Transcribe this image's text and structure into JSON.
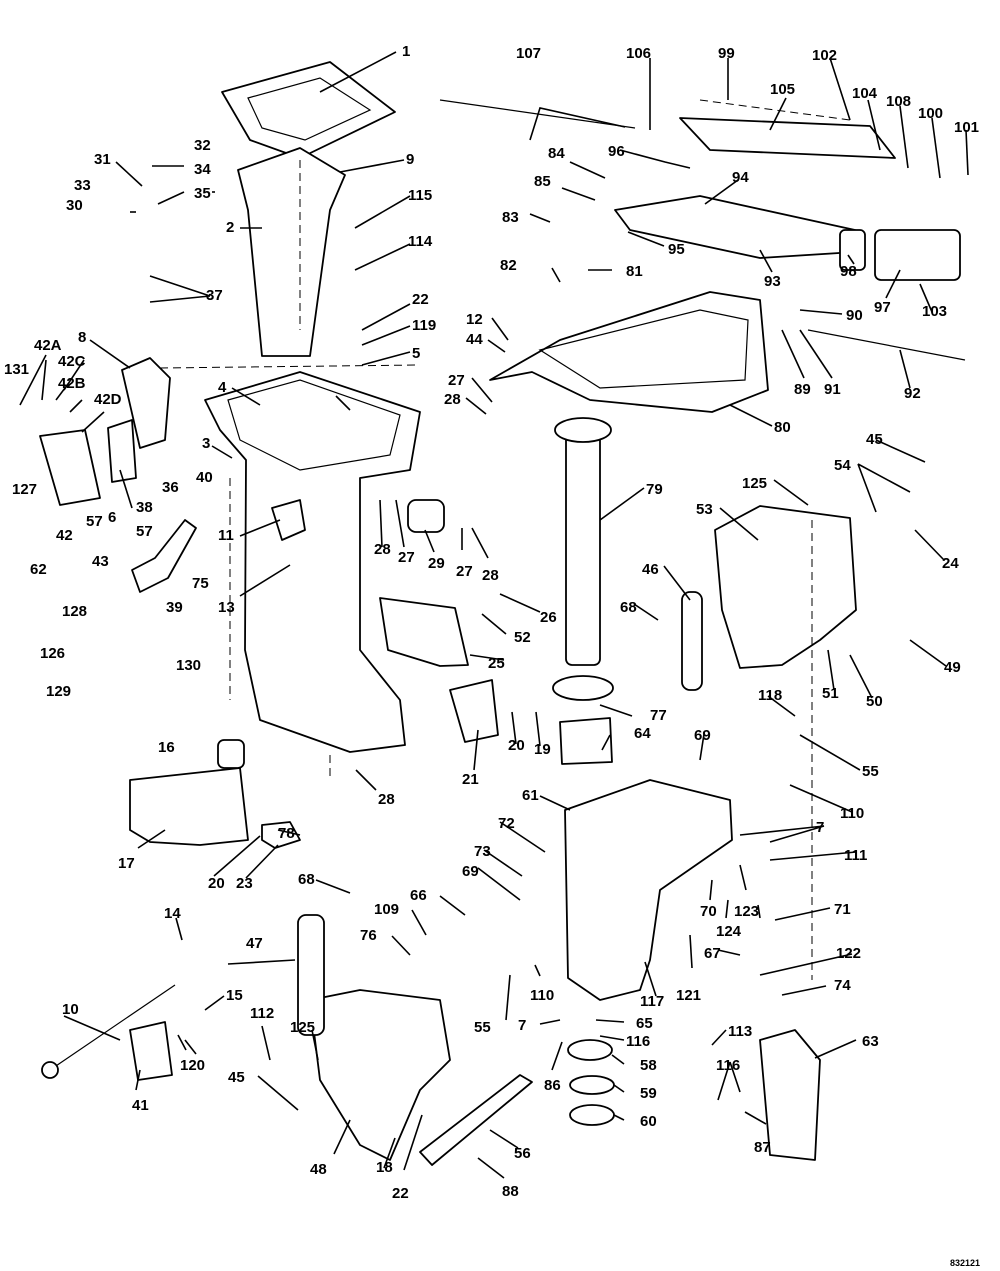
{
  "diagram": {
    "figure_id": "832121",
    "callouts": [
      "1",
      "2",
      "3",
      "4",
      "5",
      "6",
      "7",
      "7",
      "8",
      "9",
      "10",
      "11",
      "12",
      "13",
      "14",
      "15",
      "16",
      "17",
      "18",
      "19",
      "20",
      "20",
      "21",
      "22",
      "22",
      "23",
      "24",
      "25",
      "26",
      "27",
      "27",
      "27",
      "28",
      "28",
      "28",
      "28",
      "29",
      "30",
      "31",
      "32",
      "33",
      "34",
      "35",
      "36",
      "37",
      "38",
      "39",
      "40",
      "41",
      "42",
      "42A",
      "42B",
      "42C",
      "42D",
      "43",
      "44",
      "45",
      "45",
      "46",
      "47",
      "48",
      "49",
      "50",
      "51",
      "52",
      "53",
      "54",
      "55",
      "55",
      "56",
      "57",
      "57",
      "58",
      "59",
      "60",
      "61",
      "62",
      "63",
      "64",
      "65",
      "66",
      "67",
      "68",
      "68",
      "69",
      "69",
      "70",
      "71",
      "72",
      "73",
      "74",
      "75",
      "76",
      "77",
      "78",
      "79",
      "80",
      "81",
      "82",
      "83",
      "84",
      "85",
      "86",
      "87",
      "88",
      "89",
      "90",
      "91",
      "92",
      "93",
      "94",
      "95",
      "96",
      "97",
      "98",
      "99",
      "100",
      "101",
      "102",
      "103",
      "104",
      "105",
      "106",
      "107",
      "108",
      "109",
      "110",
      "110",
      "111",
      "112",
      "113",
      "114",
      "115",
      "116",
      "116",
      "117",
      "118",
      "119",
      "120",
      "121",
      "122",
      "123",
      "124",
      "125",
      "125",
      "126",
      "127",
      "128",
      "129",
      "130",
      "131"
    ]
  }
}
